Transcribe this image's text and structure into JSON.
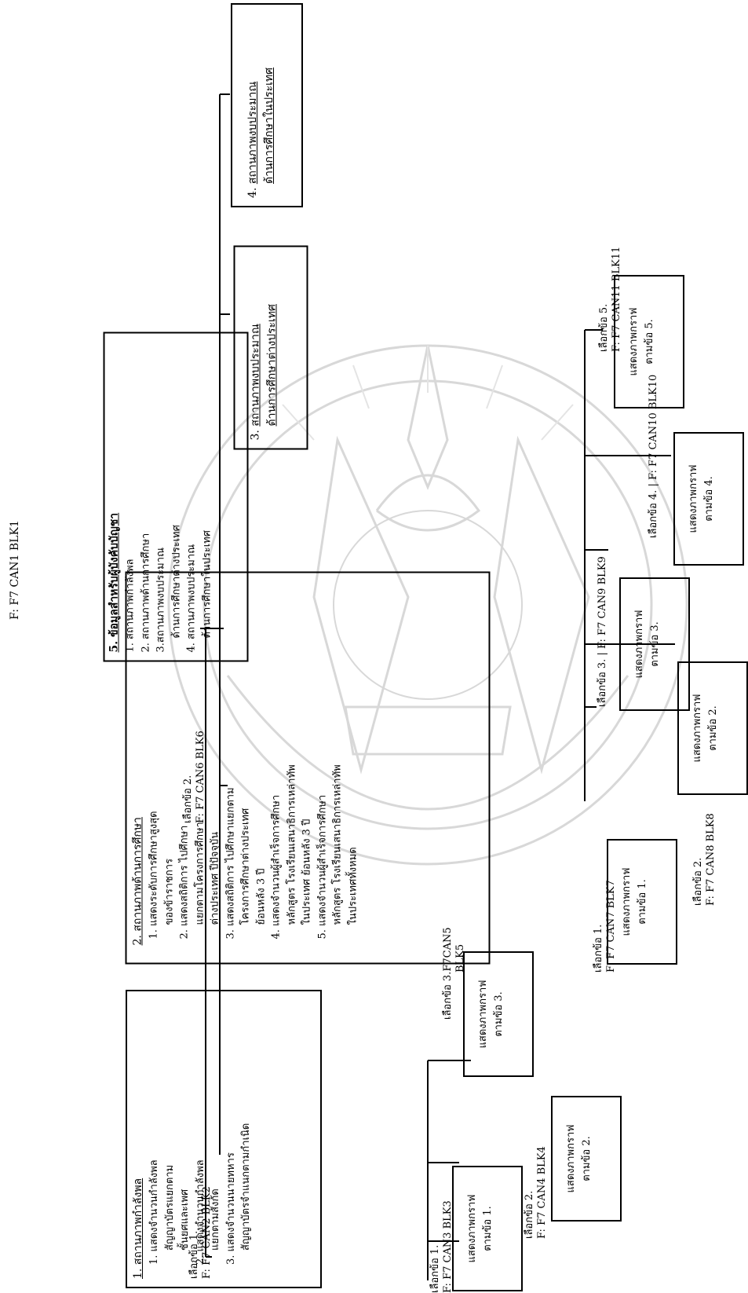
{
  "root": {
    "code": "F: F7 CAN1 BLK1",
    "title": "5. ข้อมูลสำหรับผู้บังคับบัญชา",
    "items": [
      "1. สถานภาพกำลังพล",
      "2. สถานภาพด้านการศึกษา",
      "3.สถานภาพงบประมาณ",
      "ด้านการศึกษาต่างประเทศ",
      "4. สถานภาพงบประมาณ",
      "ด้านการศึกษาในประเทศ"
    ]
  },
  "branch1": {
    "choice": "เลือกข้อ 1.",
    "code": "F: F7 CAN2 BLK2",
    "title": "1. สถานภาพกำลังพล",
    "lines": [
      "1. แสดงจำนวนกำลังพล",
      "สัญญาบัตรแยกตาม",
      "ชั้นยศและเพศ",
      "2. แสดงจำนวนกำลังพล",
      "แยกตามสังกัด",
      "3. แสดงจำนวนนายทหาร",
      "สัญญาบัตรจำแนกตามกำเนิด"
    ],
    "subs": [
      {
        "choice": "เลือกข้อ 1.",
        "code": "F: F7 CAN3 BLK3",
        "line1": "แสดงภาพกราฟ",
        "line2": "ตามข้อ 1."
      },
      {
        "choice": "เลือกข้อ 2.",
        "code": "F: F7 CAN4 BLK4",
        "line1": "แสดงภาพกราฟ",
        "line2": "ตามข้อ 2."
      },
      {
        "choice": "เลือกข้อ 3.",
        "code": "F7CAN5",
        "code2": "BLK5",
        "line1": "แสดงภาพกราฟ",
        "line2": "ตามข้อ 3."
      }
    ]
  },
  "branch2": {
    "choice": "เลือกข้อ 2.",
    "code": "F: F7 CAN6 BLK6",
    "title": "2. สถานภาพด้านการศึกษา",
    "lines": [
      "1. แสดงระดับการศึกษาสูงสุด",
      "ของข้าราชการ",
      "2. แสดงสถิติการ ไปศึกษา",
      "แยกตามโครงการศึกษา",
      "ต่างประเทศ ปีปัจจุบัน",
      "3. แสดงสถิติการ ไปศึกษาแยกตาม",
      "โครงการศึกษาต่างประเทศ",
      "ย้อนหลัง 3 ปี",
      "4. แสดงจำนวนผู้สำเร็จการศึกษา",
      "หลักสูตร โรงเรียนเสนาธิการเหล่าทัพ",
      "ในประเทศ ย้อนหลัง 3 ปี",
      "5. แสดงจำนวนผู้สำเร็จการศึกษา",
      "หลักสูตร โรงเรียนเสนาธิการเหล่าทัพ",
      "ในประเทศทั้งหมด"
    ],
    "subs": [
      {
        "choice": "เลือกข้อ 1.",
        "code": "F: F7 CAN7 BLK7",
        "line1": "แสดงภาพกราฟ",
        "line2": "ตามข้อ 1."
      },
      {
        "choice": "เลือกข้อ 2.",
        "code": "F: F7 CAN8 BLK8",
        "line1": "แสดงภาพกราฟ",
        "line2": "ตามข้อ 2."
      },
      {
        "choice": "เลือกข้อ 3.",
        "code": "F: F7 CAN9 BLK9",
        "line1": "แสดงภาพกราฟ",
        "line2": "ตามข้อ 3."
      },
      {
        "choice": "เลือกข้อ 4.",
        "code": "F: F7 CAN10 BLK10",
        "line1": "แสดงภาพกราฟ",
        "line2": "ตามข้อ 4."
      },
      {
        "choice": "เลือกข้อ 5.",
        "code": "F: F7 CAN11 BLK11",
        "line1": "แสดงภาพกราฟ",
        "line2": "ตามข้อ 5."
      }
    ]
  },
  "branch3": {
    "num": "3.",
    "line1": "สถานภาพงบประมาณ",
    "line2": "ด้านการศึกษาต่างประเทศ"
  },
  "branch4": {
    "num": "4.",
    "line1": "สถานภาพงบประมาณ",
    "line2": "ด้านการศึกษาในประเทศ"
  }
}
